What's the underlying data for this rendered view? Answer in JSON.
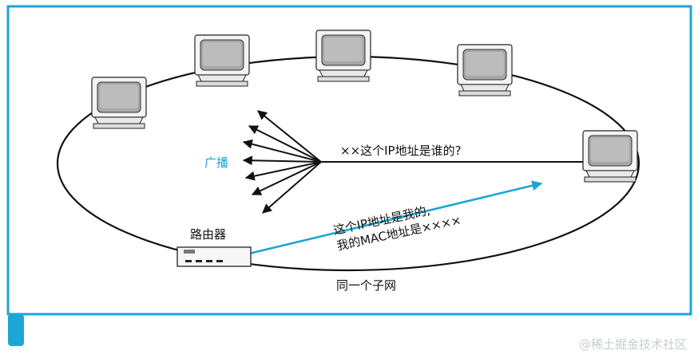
{
  "labels": {
    "broadcast": "广播",
    "query": "××这个IP地址是谁的?",
    "reply_line1": "这个IP地址是我的,",
    "reply_line2": "我的MAC地址是××××",
    "router": "路由器",
    "subnet": "同一个子网"
  },
  "watermark": "@稀土掘金技术社区",
  "colors": {
    "frame": "#1ba6d4",
    "reply_arrow": "#1ba6d4",
    "broadcast_label": "#1ba6d4",
    "lines": "#111111"
  },
  "icons": [
    "monitor-icon",
    "router-icon"
  ]
}
